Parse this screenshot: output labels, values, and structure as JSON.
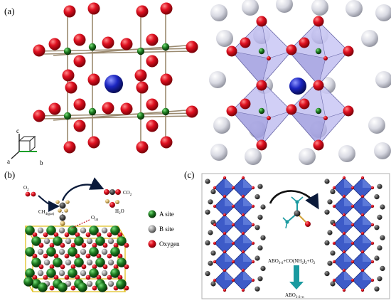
{
  "panels": {
    "a": "(a)",
    "b": "(b)",
    "c": "(c)"
  },
  "axes": {
    "a": "a",
    "b": "b",
    "c": "c"
  },
  "legend": {
    "a_site": "A site",
    "b_site": "B site",
    "oxygen": "Oxygen"
  },
  "species": {
    "o2": "O",
    "o2_sub": "2",
    "co2": "CO",
    "co2_sub": "2",
    "ch4": "CH",
    "ch4_sub": "4(gas)",
    "h2o": "H",
    "h2o_sub": "2",
    "h2o_tail": "O",
    "olat": "O",
    "olat_sub": "lat"
  },
  "reaction": {
    "line1_a": "ABO",
    "line1_sub": "3-δ",
    "line1_b": "+CO(NH",
    "line1_sub2": "2",
    "line1_c": ")",
    "line1_sub3": "2",
    "line1_d": "+O",
    "line1_sub4": "2",
    "line2_a": "ABO",
    "line2_sub": "3-δ+n"
  },
  "colors": {
    "oxygen": "#d4101e",
    "b_site": "#1d6e1f",
    "a_site_blue": "#1b25b8",
    "a_site_white": "#dcdde6",
    "octahedron": "#b8b6ee",
    "octa_blue": "#3d5bc8",
    "arrow_teal": "#1a9aa0"
  }
}
